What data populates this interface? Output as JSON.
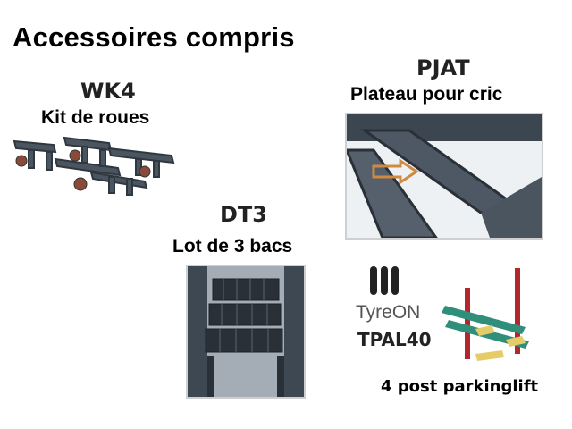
{
  "heading": "Accessoires compris",
  "items": [
    {
      "code": "WK4",
      "label": "Kit de roues"
    },
    {
      "code": "PJAT",
      "label": "Plateau pour cric"
    },
    {
      "code": "DT3",
      "label": "Lot de 3 bacs"
    },
    {
      "code": "TPAL40",
      "label": "4 post parkinglift",
      "brand": "TyreON"
    }
  ],
  "colors": {
    "steel": "#4a5560",
    "steel_dark": "#2f3840",
    "green": "#2f8f7a",
    "red": "#b3262b",
    "yellow": "#e6cc68",
    "arrow": "#d08a40"
  }
}
